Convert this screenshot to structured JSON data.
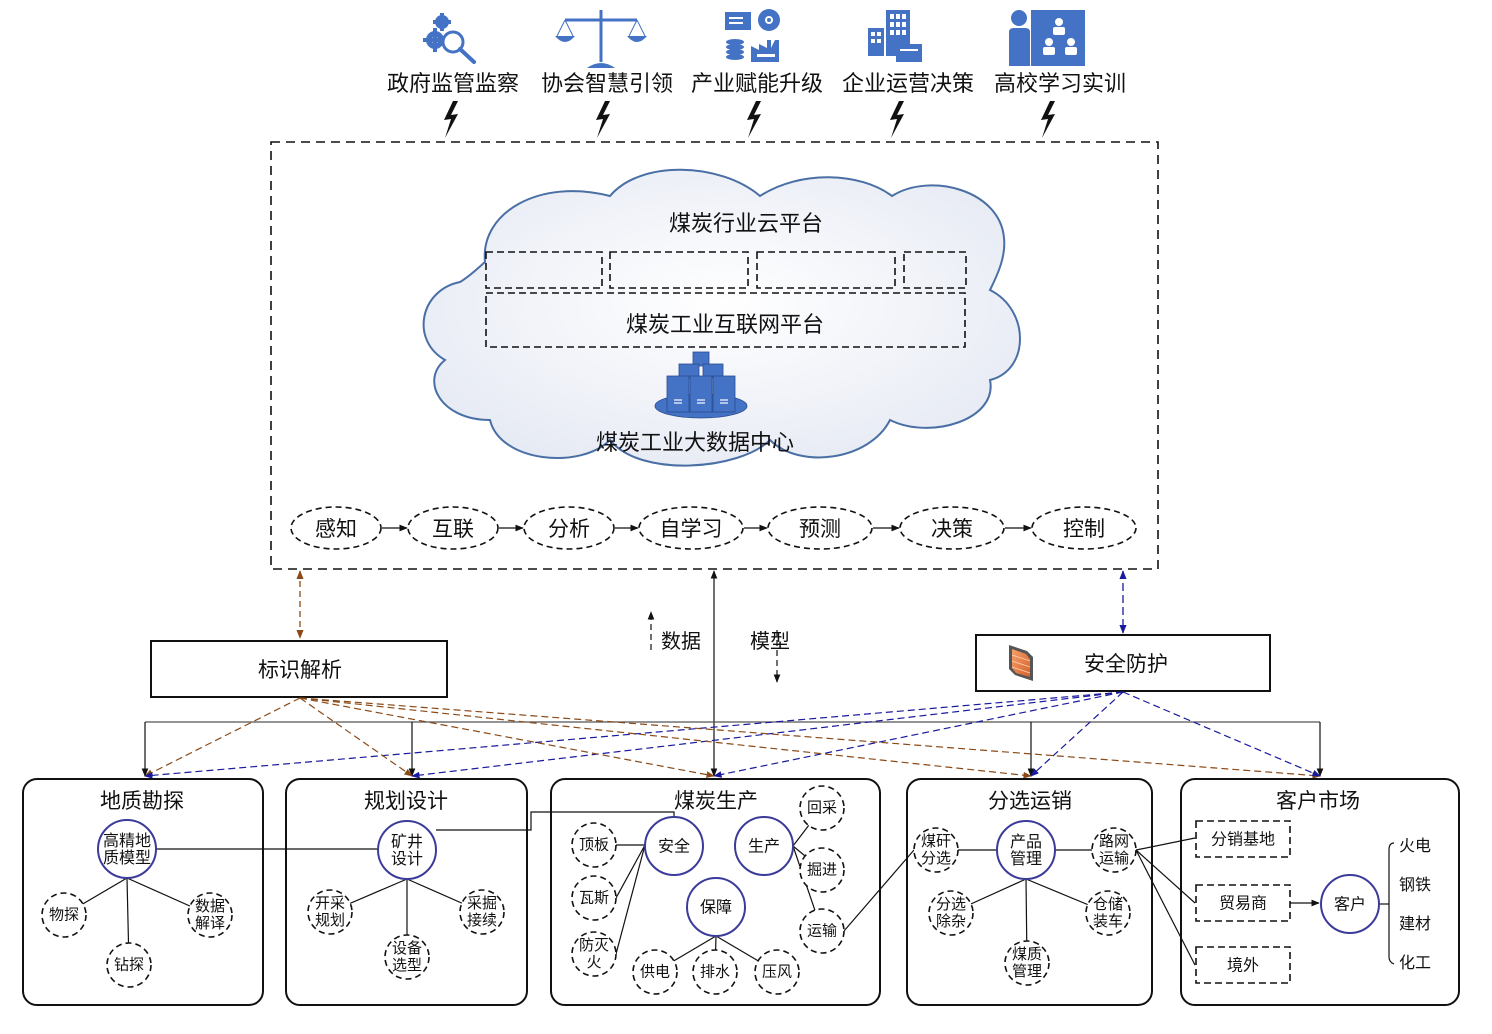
{
  "stakeholders": [
    {
      "label": "政府监管监察",
      "icon": "gears-magnifier-icon"
    },
    {
      "label": "协会智慧引领",
      "icon": "scales-icon"
    },
    {
      "label": "产业赋能升级",
      "icon": "industry-certificate-icon"
    },
    {
      "label": "企业运营决策",
      "icon": "office-building-icon"
    },
    {
      "label": "高校学习实训",
      "icon": "teacher-presentation-icon"
    }
  ],
  "cloud": {
    "title": "煤炭行业云平台",
    "internet_platform": "煤炭工业互联网平台",
    "data_center": "煤炭工业大数据中心",
    "slot_count": 4
  },
  "flow_steps": [
    "感知",
    "互联",
    "分析",
    "自学习",
    "预测",
    "决策",
    "控制"
  ],
  "middle": {
    "identification": "标识解析",
    "security": "安全防护",
    "data_label": "数据",
    "model_label": "模型"
  },
  "colors": {
    "accent_blue": "#4472c4",
    "node_circle": "#3b3b9a",
    "identification_arrow": "#8b4a17",
    "security_arrow": "#1a1a9e",
    "cloud_fill": "#eef1f8",
    "cloud_stroke": "#4a6fa5"
  },
  "panels": [
    {
      "title": "地质勘探",
      "hub": "高精地\n质模型",
      "nodes": [
        "物探",
        "钻探",
        "数据\n解译"
      ]
    },
    {
      "title": "规划设计",
      "hub": "矿井\n设计",
      "nodes": [
        "开采\n规划",
        "设备\n选型",
        "采掘\n接续"
      ]
    },
    {
      "title": "煤炭生产",
      "hubs": [
        "安全",
        "生产",
        "保障"
      ],
      "safety_nodes": [
        "顶板",
        "瓦斯",
        "防灭\n火"
      ],
      "production_nodes": [
        "回采",
        "掘进",
        "运输"
      ],
      "support_nodes": [
        "供电",
        "排水",
        "压风"
      ]
    },
    {
      "title": "分选运销",
      "hub": "产品\n管理",
      "nodes": [
        "煤矸\n分选",
        "路网\n运输",
        "分选\n除杂",
        "仓储\n装车",
        "煤质\n管理"
      ]
    },
    {
      "title": "客户市场",
      "channels": [
        "分销基地",
        "贸易商",
        "境外"
      ],
      "hub": "客户",
      "industries": [
        "火电",
        "钢铁",
        "建材",
        "化工"
      ]
    }
  ]
}
